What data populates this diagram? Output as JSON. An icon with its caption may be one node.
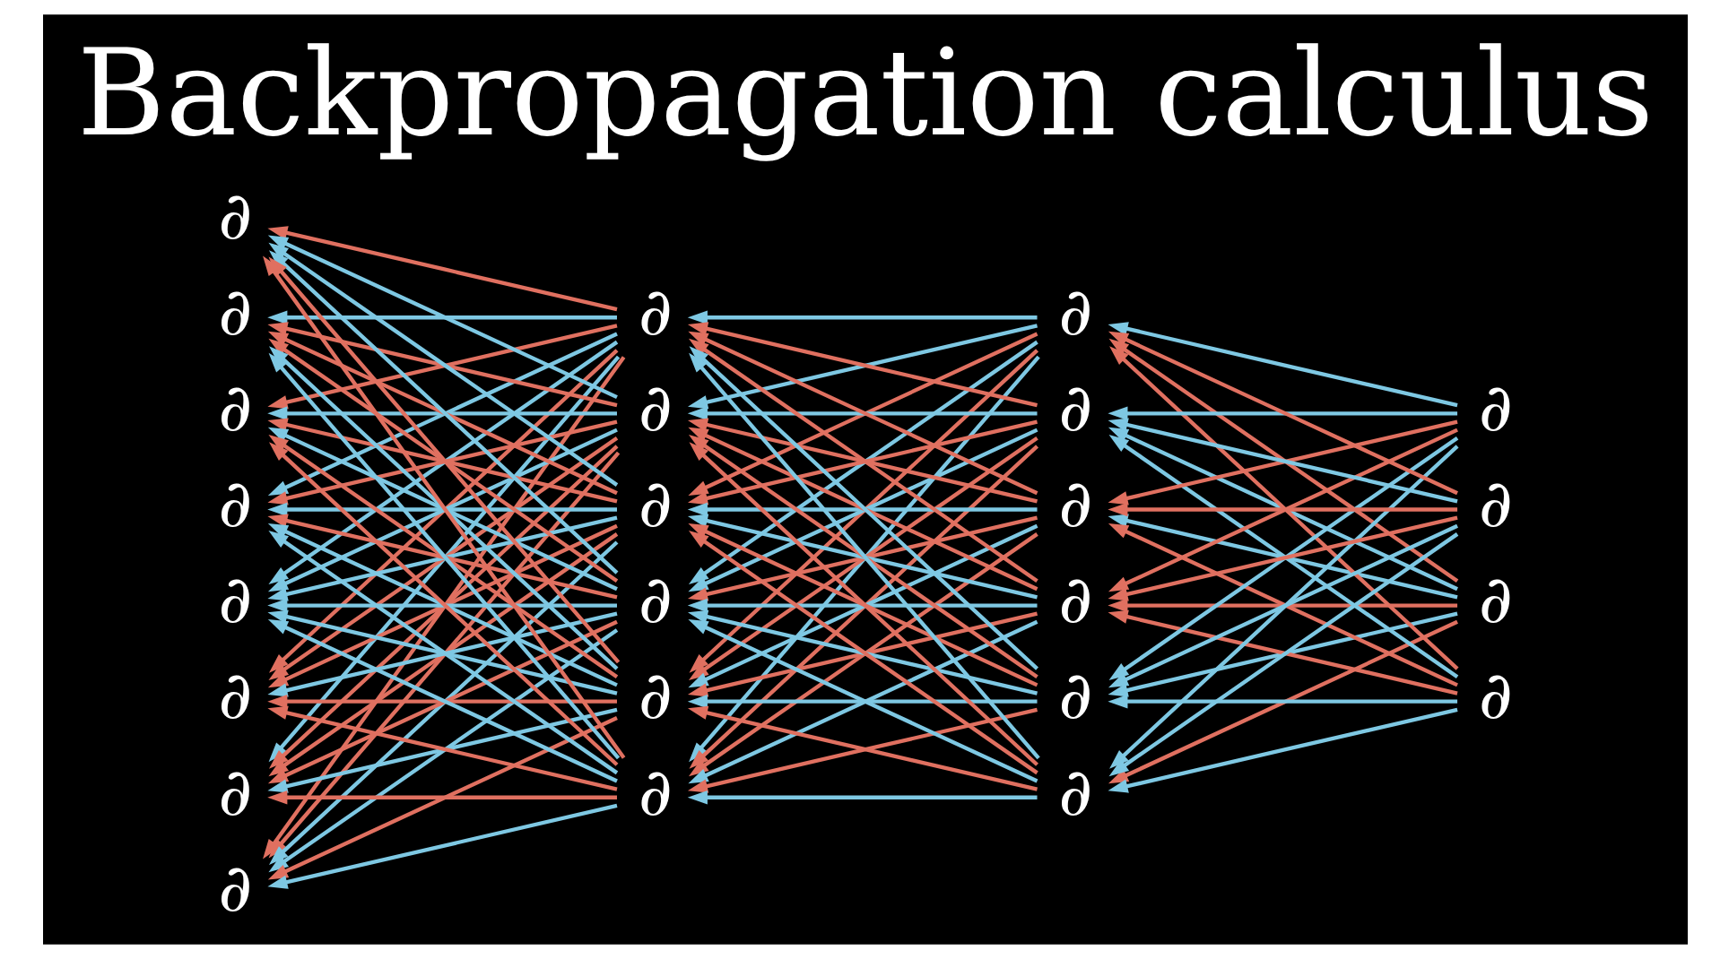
{
  "diagram": {
    "title": "Backpropagation calculus",
    "nodes": [
      {
        "text": [
          "∂"
        ]
      },
      {
        "text": [
          "∂"
        ]
      },
      {
        "text": [
          "∂"
        ]
      },
      {
        "text": [
          "∂"
        ]
      },
      {
        "text": [
          "∂"
        ]
      },
      {
        "text": [
          "∂"
        ]
      },
      {
        "text": [
          "∂"
        ]
      },
      {
        "text": [
          "∂"
        ]
      },
      {
        "text": [
          "∂"
        ]
      },
      {
        "text": [
          "∂"
        ]
      },
      {
        "text": [
          "∂"
        ]
      },
      {
        "text": [
          "∂"
        ]
      },
      {
        "text": [
          "∂"
        ]
      },
      {
        "text": [
          "∂"
        ]
      },
      {
        "text": [
          "∂"
        ]
      },
      {
        "text": [
          "∂"
        ]
      },
      {
        "text": [
          "∂"
        ]
      },
      {
        "text": [
          "∂"
        ]
      },
      {
        "text": [
          "∂"
        ]
      },
      {
        "text": [
          "∂"
        ]
      },
      {
        "text": [
          "∂"
        ]
      },
      {
        "text": [
          "∂"
        ]
      },
      {
        "text": [
          "∂"
        ]
      },
      {
        "text": [
          "∂"
        ]
      }
    ],
    "edges": [
      {
        "from": 8,
        "to": 0,
        "arrow": "to",
        "color": "#7ec8e3"
      },
      {
        "from": 8,
        "to": 1,
        "arrow": "to",
        "color": "#e07060"
      },
      {
        "from": 8,
        "to": 2,
        "arrow": "to",
        "color": "#e07060"
      },
      {
        "from": 8,
        "to": 3,
        "arrow": "to",
        "color": "#7ec8e3"
      },
      {
        "from": 8,
        "to": 4,
        "arrow": "to",
        "color": "#e07060"
      },
      {
        "from": 8,
        "to": 5,
        "arrow": "to",
        "color": "#7ec8e3"
      },
      {
        "from": 8,
        "to": 6,
        "arrow": "to",
        "color": "#7ec8e3"
      },
      {
        "from": 8,
        "to": 7,
        "arrow": "to",
        "color": "#e07060"
      },
      {
        "from": 9,
        "to": 0,
        "arrow": "to",
        "color": "#e07060"
      },
      {
        "from": 9,
        "to": 1,
        "arrow": "to",
        "color": "#e07060"
      },
      {
        "from": 9,
        "to": 2,
        "arrow": "to",
        "color": "#7ec8e3"
      },
      {
        "from": 9,
        "to": 3,
        "arrow": "to",
        "color": "#e07060"
      },
      {
        "from": 9,
        "to": 4,
        "arrow": "to",
        "color": "#7ec8e3"
      },
      {
        "from": 9,
        "to": 5,
        "arrow": "to",
        "color": "#e07060"
      },
      {
        "from": 9,
        "to": 6,
        "arrow": "to",
        "color": "#7ec8e3"
      },
      {
        "from": 9,
        "to": 7,
        "arrow": "to",
        "color": "#e07060"
      },
      {
        "from": 10,
        "to": 0,
        "arrow": "to",
        "color": "#e07060"
      },
      {
        "from": 10,
        "to": 1,
        "arrow": "to",
        "color": "#7ec8e3"
      },
      {
        "from": 10,
        "to": 2,
        "arrow": "to",
        "color": "#7ec8e3"
      },
      {
        "from": 10,
        "to": 3,
        "arrow": "to",
        "color": "#e07060"
      },
      {
        "from": 10,
        "to": 4,
        "arrow": "to",
        "color": "#e07060"
      },
      {
        "from": 10,
        "to": 5,
        "arrow": "to",
        "color": "#7ec8e3"
      },
      {
        "from": 10,
        "to": 6,
        "arrow": "to",
        "color": "#7ec8e3"
      },
      {
        "from": 10,
        "to": 7,
        "arrow": "to",
        "color": "#e07060"
      },
      {
        "from": 11,
        "to": 0,
        "arrow": "to",
        "color": "#e07060"
      },
      {
        "from": 11,
        "to": 1,
        "arrow": "to",
        "color": "#7ec8e3"
      },
      {
        "from": 11,
        "to": 2,
        "arrow": "to",
        "color": "#7ec8e3"
      },
      {
        "from": 11,
        "to": 3,
        "arrow": "to",
        "color": "#e07060"
      },
      {
        "from": 11,
        "to": 4,
        "arrow": "to",
        "color": "#7ec8e3"
      },
      {
        "from": 11,
        "to": 5,
        "arrow": "to",
        "color": "#e07060"
      },
      {
        "from": 11,
        "to": 6,
        "arrow": "to",
        "color": "#7ec8e3"
      },
      {
        "from": 11,
        "to": 7,
        "arrow": "to",
        "color": "#7ec8e3"
      },
      {
        "from": 12,
        "to": 0,
        "arrow": "to",
        "color": "#7ec8e3"
      },
      {
        "from": 12,
        "to": 1,
        "arrow": "to",
        "color": "#e07060"
      },
      {
        "from": 12,
        "to": 2,
        "arrow": "to",
        "color": "#e07060"
      },
      {
        "from": 12,
        "to": 3,
        "arrow": "to",
        "color": "#7ec8e3"
      },
      {
        "from": 12,
        "to": 4,
        "arrow": "to",
        "color": "#e07060"
      },
      {
        "from": 12,
        "to": 5,
        "arrow": "to",
        "color": "#7ec8e3"
      },
      {
        "from": 12,
        "to": 6,
        "arrow": "to",
        "color": "#7ec8e3"
      },
      {
        "from": 12,
        "to": 7,
        "arrow": "to",
        "color": "#e07060"
      },
      {
        "from": 13,
        "to": 0,
        "arrow": "to",
        "color": "#e07060"
      },
      {
        "from": 13,
        "to": 1,
        "arrow": "to",
        "color": "#7ec8e3"
      },
      {
        "from": 13,
        "to": 2,
        "arrow": "to",
        "color": "#e07060"
      },
      {
        "from": 13,
        "to": 3,
        "arrow": "to",
        "color": "#7ec8e3"
      },
      {
        "from": 13,
        "to": 4,
        "arrow": "to",
        "color": "#e07060"
      },
      {
        "from": 13,
        "to": 5,
        "arrow": "to",
        "color": "#7ec8e3"
      },
      {
        "from": 13,
        "to": 6,
        "arrow": "to",
        "color": "#7ec8e3"
      },
      {
        "from": 13,
        "to": 7,
        "arrow": "to",
        "color": "#e07060"
      },
      {
        "from": 14,
        "to": 8,
        "arrow": "to",
        "color": "#7ec8e3"
      },
      {
        "from": 14,
        "to": 9,
        "arrow": "to",
        "color": "#7ec8e3"
      },
      {
        "from": 14,
        "to": 10,
        "arrow": "to",
        "color": "#e07060"
      },
      {
        "from": 14,
        "to": 11,
        "arrow": "to",
        "color": "#7ec8e3"
      },
      {
        "from": 14,
        "to": 12,
        "arrow": "to",
        "color": "#e07060"
      },
      {
        "from": 14,
        "to": 13,
        "arrow": "to",
        "color": "#7ec8e3"
      },
      {
        "from": 15,
        "to": 8,
        "arrow": "to",
        "color": "#e07060"
      },
      {
        "from": 15,
        "to": 9,
        "arrow": "to",
        "color": "#7ec8e3"
      },
      {
        "from": 15,
        "to": 10,
        "arrow": "to",
        "color": "#e07060"
      },
      {
        "from": 15,
        "to": 11,
        "arrow": "to",
        "color": "#7ec8e3"
      },
      {
        "from": 15,
        "to": 12,
        "arrow": "to",
        "color": "#e07060"
      },
      {
        "from": 15,
        "to": 13,
        "arrow": "to",
        "color": "#e07060"
      },
      {
        "from": 16,
        "to": 8,
        "arrow": "to",
        "color": "#e07060"
      },
      {
        "from": 16,
        "to": 9,
        "arrow": "to",
        "color": "#e07060"
      },
      {
        "from": 16,
        "to": 10,
        "arrow": "to",
        "color": "#7ec8e3"
      },
      {
        "from": 16,
        "to": 11,
        "arrow": "to",
        "color": "#e07060"
      },
      {
        "from": 16,
        "to": 12,
        "arrow": "to",
        "color": "#7ec8e3"
      },
      {
        "from": 16,
        "to": 13,
        "arrow": "to",
        "color": "#e07060"
      },
      {
        "from": 17,
        "to": 8,
        "arrow": "to",
        "color": "#e07060"
      },
      {
        "from": 17,
        "to": 9,
        "arrow": "to",
        "color": "#e07060"
      },
      {
        "from": 17,
        "to": 10,
        "arrow": "to",
        "color": "#7ec8e3"
      },
      {
        "from": 17,
        "to": 11,
        "arrow": "to",
        "color": "#7ec8e3"
      },
      {
        "from": 17,
        "to": 12,
        "arrow": "to",
        "color": "#e07060"
      },
      {
        "from": 17,
        "to": 13,
        "arrow": "to",
        "color": "#7ec8e3"
      },
      {
        "from": 18,
        "to": 8,
        "arrow": "to",
        "color": "#7ec8e3"
      },
      {
        "from": 18,
        "to": 9,
        "arrow": "to",
        "color": "#e07060"
      },
      {
        "from": 18,
        "to": 10,
        "arrow": "to",
        "color": "#e07060"
      },
      {
        "from": 18,
        "to": 11,
        "arrow": "to",
        "color": "#7ec8e3"
      },
      {
        "from": 18,
        "to": 12,
        "arrow": "to",
        "color": "#7ec8e3"
      },
      {
        "from": 18,
        "to": 13,
        "arrow": "to",
        "color": "#e07060"
      },
      {
        "from": 19,
        "to": 8,
        "arrow": "to",
        "color": "#7ec8e3"
      },
      {
        "from": 19,
        "to": 9,
        "arrow": "to",
        "color": "#e07060"
      },
      {
        "from": 19,
        "to": 10,
        "arrow": "to",
        "color": "#e07060"
      },
      {
        "from": 19,
        "to": 11,
        "arrow": "to",
        "color": "#7ec8e3"
      },
      {
        "from": 19,
        "to": 12,
        "arrow": "to",
        "color": "#e07060"
      },
      {
        "from": 19,
        "to": 13,
        "arrow": "to",
        "color": "#7ec8e3"
      },
      {
        "from": 20,
        "to": 14,
        "arrow": "to",
        "color": "#e07060"
      },
      {
        "from": 20,
        "to": 15,
        "arrow": "to",
        "color": "#7ec8e3"
      },
      {
        "from": 20,
        "to": 16,
        "arrow": "to",
        "color": "#7ec8e3"
      },
      {
        "from": 20,
        "to": 17,
        "arrow": "to",
        "color": "#e07060"
      },
      {
        "from": 20,
        "to": 18,
        "arrow": "to",
        "color": "#7ec8e3"
      },
      {
        "from": 20,
        "to": 19,
        "arrow": "to",
        "color": "#e07060"
      },
      {
        "from": 21,
        "to": 14,
        "arrow": "to",
        "color": "#e07060"
      },
      {
        "from": 21,
        "to": 15,
        "arrow": "to",
        "color": "#7ec8e3"
      },
      {
        "from": 21,
        "to": 16,
        "arrow": "to",
        "color": "#e07060"
      },
      {
        "from": 21,
        "to": 17,
        "arrow": "to",
        "color": "#e07060"
      },
      {
        "from": 21,
        "to": 18,
        "arrow": "to",
        "color": "#7ec8e3"
      },
      {
        "from": 21,
        "to": 19,
        "arrow": "to",
        "color": "#7ec8e3"
      },
      {
        "from": 22,
        "to": 14,
        "arrow": "to",
        "color": "#7ec8e3"
      },
      {
        "from": 22,
        "to": 15,
        "arrow": "to",
        "color": "#7ec8e3"
      },
      {
        "from": 22,
        "to": 16,
        "arrow": "to",
        "color": "#e07060"
      },
      {
        "from": 22,
        "to": 17,
        "arrow": "to",
        "color": "#e07060"
      },
      {
        "from": 22,
        "to": 18,
        "arrow": "to",
        "color": "#7ec8e3"
      },
      {
        "from": 22,
        "to": 19,
        "arrow": "to",
        "color": "#7ec8e3"
      },
      {
        "from": 23,
        "to": 14,
        "arrow": "to",
        "color": "#e07060"
      },
      {
        "from": 23,
        "to": 15,
        "arrow": "to",
        "color": "#7ec8e3"
      },
      {
        "from": 23,
        "to": 16,
        "arrow": "to",
        "color": "#e07060"
      },
      {
        "from": 23,
        "to": 17,
        "arrow": "to",
        "color": "#e07060"
      },
      {
        "from": 23,
        "to": 18,
        "arrow": "to",
        "color": "#7ec8e3"
      },
      {
        "from": 23,
        "to": 19,
        "arrow": "to",
        "color": "#7ec8e3"
      }
    ]
  }
}
